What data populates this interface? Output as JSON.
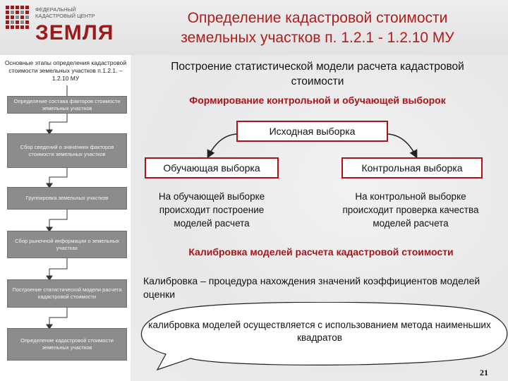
{
  "header": {
    "title_line1": "Определение кадастровой стоимости",
    "title_line2": "земельных участков п. 1.2.1 - 1.2.10 МУ"
  },
  "logo": {
    "line1": "ФЕДЕРАЛЬНЫЙ",
    "line2": "КАДАСТРОВЫЙ ЦЕНТР",
    "name": "ЗЕМЛЯ"
  },
  "sidebar": {
    "heading": "Основные этапы определения кадастровой стоимости земельных участков п.1.2.1. – 1.2.10 МУ",
    "steps": [
      "Определение состава факторов стоимости земельных участков",
      "Сбор сведений о значениях факторов стоимости земельных участков",
      "Группировка земельных участков",
      "Сбор рыночной информации о земельных участках",
      "Построение статистической модели расчета кадастровой стоимости",
      "Определение кадастровой стоимости земельных участков"
    ]
  },
  "main": {
    "heading": "Построение статистической модели расчета кадастровой стоимости",
    "subheading": "Формирование контрольной и обучающей выборок",
    "source_box": "Исходная выборка",
    "training_box": "Обучающая выборка",
    "control_box": "Контрольная выборка",
    "training_desc": "На обучающей выборке происходит построение моделей расчета",
    "control_desc": "На контрольной выборке происходит проверка качества моделей расчета",
    "calibration_heading": "Калибровка моделей расчета кадастровой стоимости",
    "calibration_def": "Калибровка – процедура нахождения значений коэффициентов моделей оценки",
    "calibration_note": "калибровка моделей осуществляется с использованием метода наименьших квадратов"
  },
  "page_number": "21",
  "colors": {
    "accent": "#a8141a",
    "step_fill": "#8c8c8c"
  }
}
